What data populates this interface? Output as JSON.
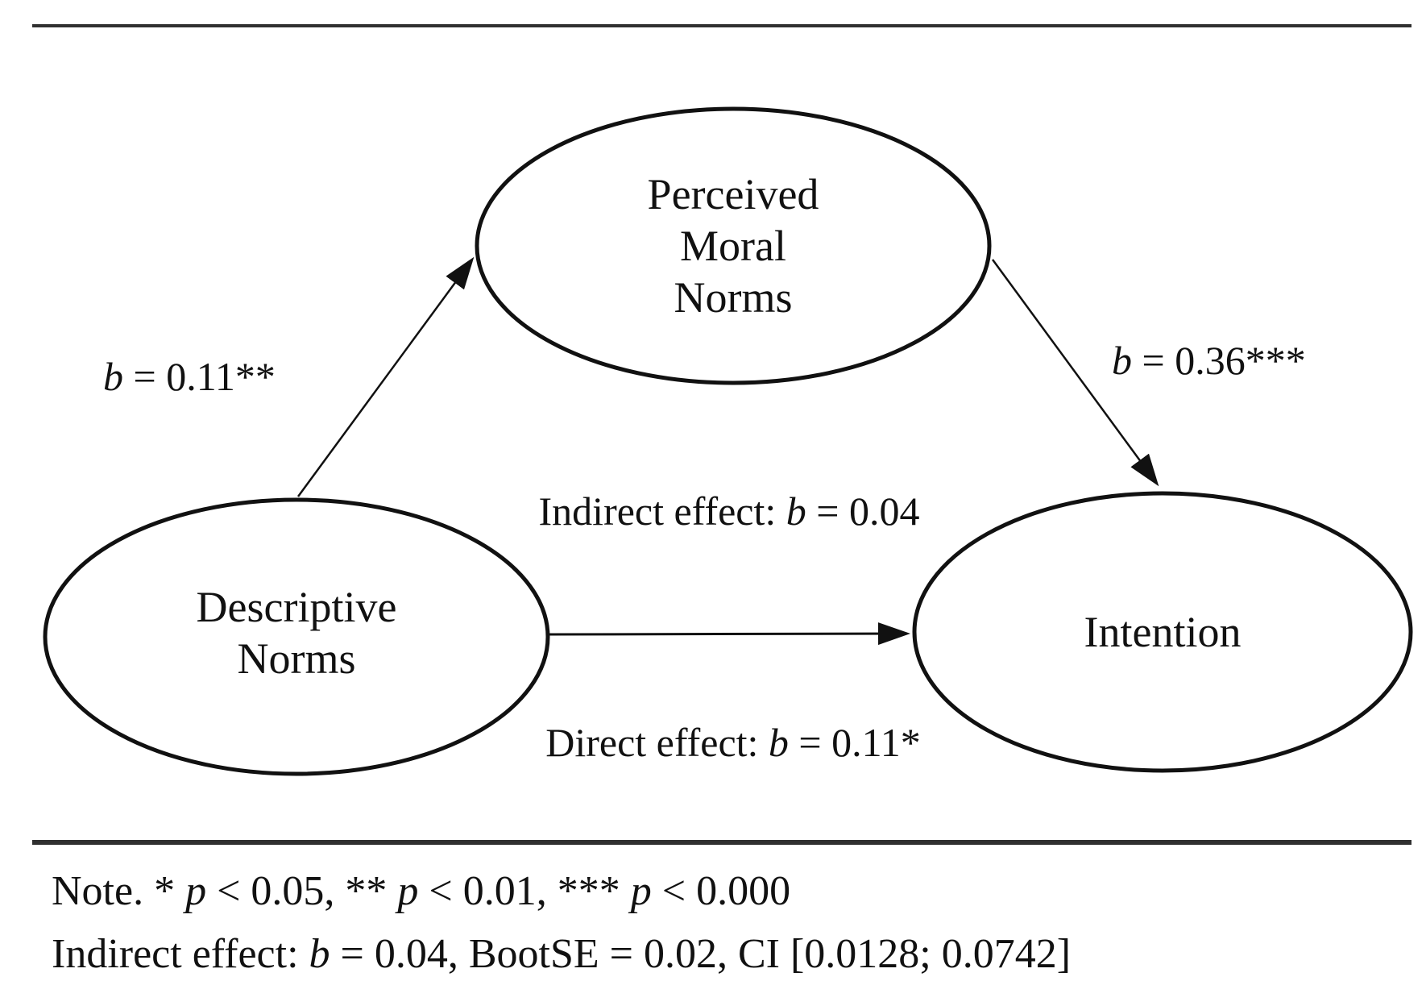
{
  "figure": {
    "type": "mediation-path-diagram",
    "colors": {
      "ink": "#111111",
      "rule": "#303030",
      "bg": "#ffffff"
    }
  },
  "nodes": {
    "mediator": {
      "label": "Perceived\nMoral\nNorms"
    },
    "predictor": {
      "label": "Descriptive\nNorms"
    },
    "outcome": {
      "label": "Intention"
    }
  },
  "paths": {
    "predictor_to_mediator": {
      "coefficient": "0.11",
      "significance": "**",
      "label_segments": [
        {
          "text": "b",
          "italic": true
        },
        {
          "text": " = 0.11**",
          "italic": false
        }
      ]
    },
    "mediator_to_outcome": {
      "coefficient": "0.36",
      "significance": "***",
      "label_segments": [
        {
          "text": "b",
          "italic": true
        },
        {
          "text": " = 0.36***",
          "italic": false
        }
      ]
    },
    "indirect_effect": {
      "coefficient": "0.04",
      "label_segments": [
        {
          "text": "Indirect effect: ",
          "italic": false
        },
        {
          "text": "b",
          "italic": true
        },
        {
          "text": " = 0.04",
          "italic": false
        }
      ]
    },
    "direct_effect": {
      "coefficient": "0.11",
      "significance": "*",
      "label_segments": [
        {
          "text": "Direct effect: ",
          "italic": false
        },
        {
          "text": "b",
          "italic": true
        },
        {
          "text": " = 0.11*",
          "italic": false
        }
      ]
    }
  },
  "notes": {
    "line1_segments": [
      {
        "text": "Note. * ",
        "italic": false
      },
      {
        "text": "p",
        "italic": true
      },
      {
        "text": " < 0.05, ** ",
        "italic": false
      },
      {
        "text": "p",
        "italic": true
      },
      {
        "text": " < 0.01, *** ",
        "italic": false
      },
      {
        "text": "p",
        "italic": true
      },
      {
        "text": " < 0.000",
        "italic": false
      }
    ],
    "line2_segments": [
      {
        "text": "Indirect effect: ",
        "italic": false
      },
      {
        "text": "b",
        "italic": true
      },
      {
        "text": " = 0.04, BootSE = 0.02, CI [0.0128; 0.0742]",
        "italic": false
      }
    ]
  }
}
